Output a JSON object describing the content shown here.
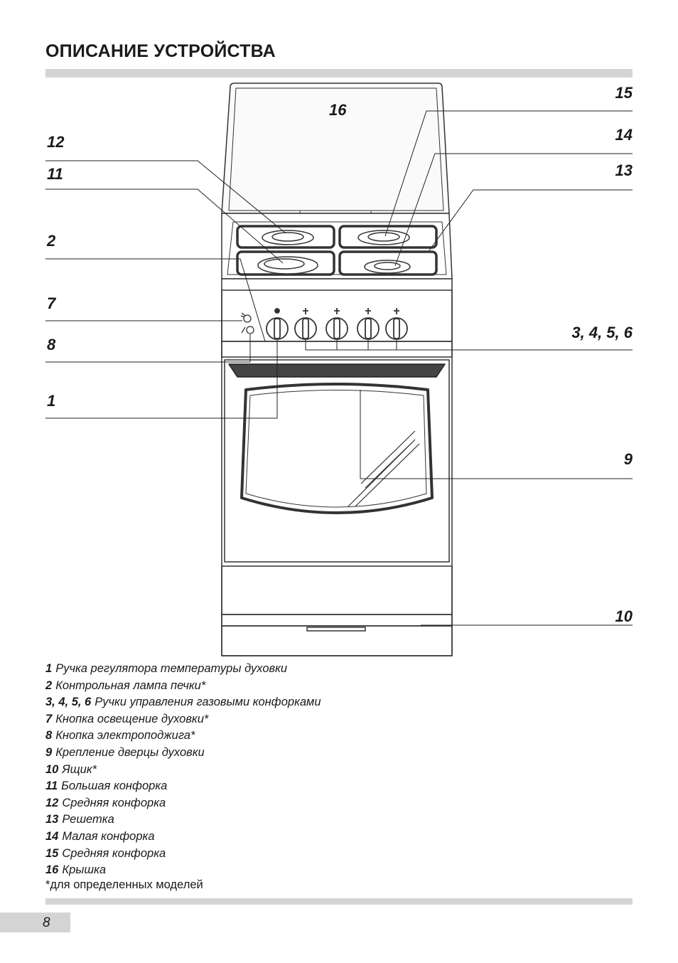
{
  "page": {
    "title": "ОПИСАНИЕ УСТРОЙСТВА",
    "page_number": "8",
    "footnote": "*для определенных моделей"
  },
  "callouts": {
    "c16": "16",
    "c15": "15",
    "c14": "14",
    "c13": "13",
    "c12": "12",
    "c11": "11",
    "c2": "2",
    "c7": "7",
    "c8": "8",
    "c3456": "3, 4, 5, 6",
    "c1": "1",
    "c9": "9",
    "c10": "10"
  },
  "legend": [
    {
      "num": "1",
      "text": "Ручка регулятора температуры духовки"
    },
    {
      "num": "2",
      "text": "Контрольная лампа печки*"
    },
    {
      "num": "3, 4, 5, 6",
      "text": "Ручки управления газовыми конфорками"
    },
    {
      "num": "7",
      "text": "Кнопка освещение духовки*"
    },
    {
      "num": "8",
      "text": "Кнопка электроподжига*"
    },
    {
      "num": "9",
      "text": "Крепление дверцы духовки"
    },
    {
      "num": "10",
      "text": "Ящик*"
    },
    {
      "num": "11",
      "text": "Большая конфорка"
    },
    {
      "num": "12",
      "text": "Средняя конфорка"
    },
    {
      "num": "13",
      "text": "Решетка"
    },
    {
      "num": "14",
      "text": "Малая конфорка"
    },
    {
      "num": "15",
      "text": "Средняя конфорка"
    },
    {
      "num": "16",
      "text": "Крышка"
    }
  ]
}
